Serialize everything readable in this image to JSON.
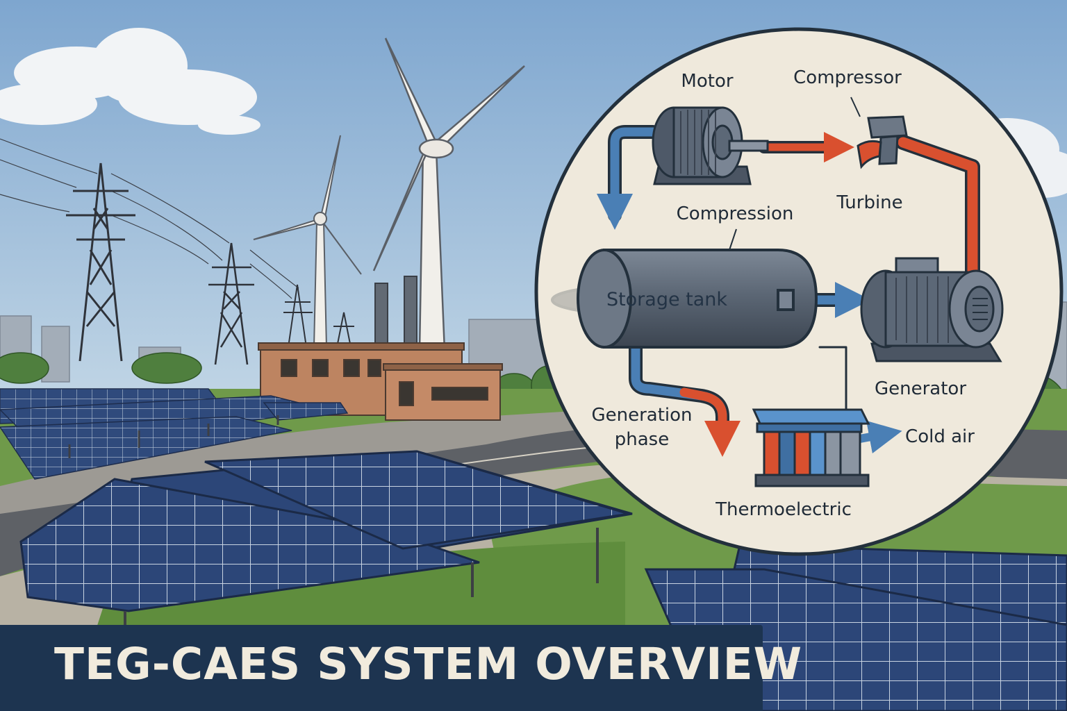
{
  "title": "TEG-CAES SYSTEM OVERVIEW",
  "diagram": {
    "labels": {
      "motor": "Motor",
      "compressor": "Compressor",
      "turbine": "Turbine",
      "compression": "Compression",
      "storage_tank": "Storage tank",
      "generator": "Generator",
      "generation_phase_line1": "Generation",
      "generation_phase_line2": "phase",
      "cold_air": "Cold air",
      "thermoelectric": "Thermoelectric"
    },
    "colors": {
      "hot_flow": "#d9502f",
      "cold_flow": "#4a7fb5",
      "machinery": "#5b6776",
      "inset_background": "#efe9dc"
    }
  },
  "background": {
    "elements": [
      "wind-turbine",
      "wind-turbine",
      "transmission-tower",
      "transmission-tower",
      "factory",
      "solar-panel-field",
      "road",
      "city-buildings"
    ]
  }
}
